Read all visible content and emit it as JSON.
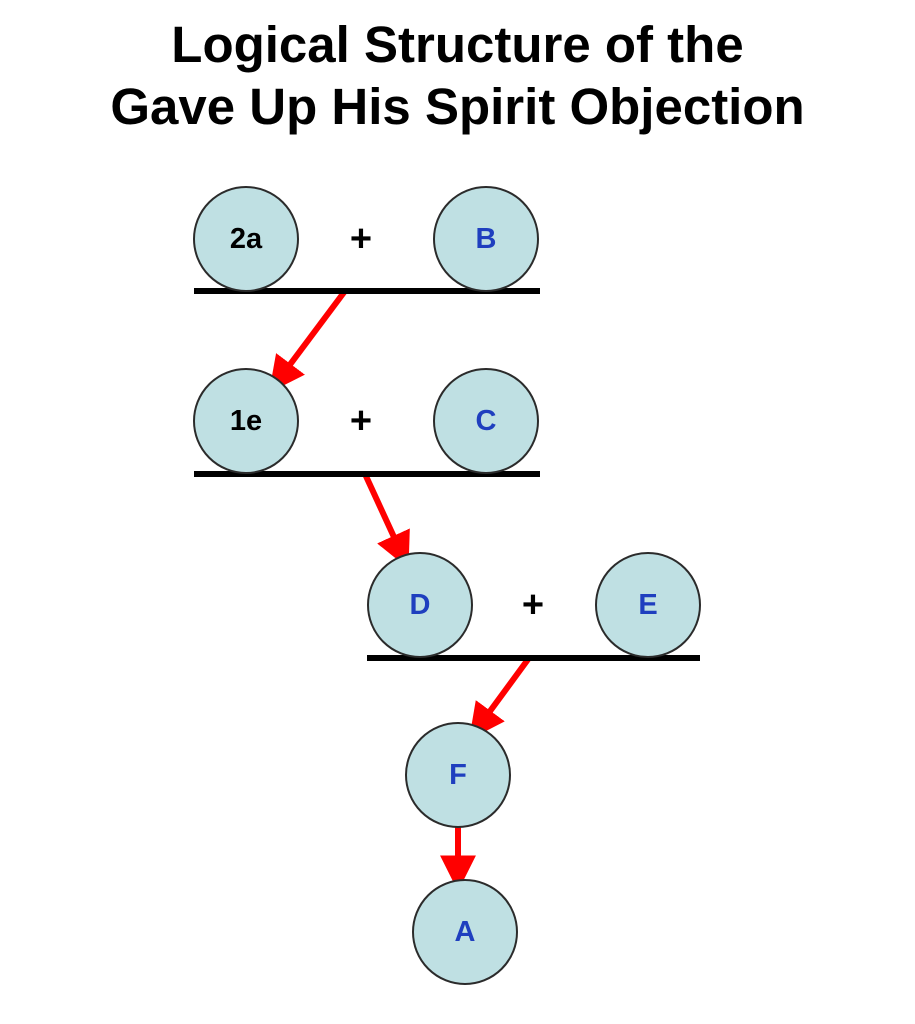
{
  "title": {
    "line1": "Logical Structure of the",
    "line2": "Gave Up His Spirit Objection"
  },
  "colors": {
    "node_fill": "#bfe0e3",
    "node_stroke": "#2b2b2b",
    "premise_text": "#000000",
    "derived_text": "#1f3fbf",
    "bar": "#000000",
    "arrow": "#ff0000"
  },
  "nodes": [
    {
      "id": "2a",
      "label": "2a",
      "kind": "premise"
    },
    {
      "id": "B",
      "label": "B",
      "kind": "derived"
    },
    {
      "id": "1e",
      "label": "1e",
      "kind": "premise"
    },
    {
      "id": "C",
      "label": "C",
      "kind": "derived"
    },
    {
      "id": "D",
      "label": "D",
      "kind": "derived"
    },
    {
      "id": "E",
      "label": "E",
      "kind": "derived"
    },
    {
      "id": "F",
      "label": "F",
      "kind": "derived"
    },
    {
      "id": "A",
      "label": "A",
      "kind": "derived"
    }
  ],
  "operator": "+",
  "groups": [
    {
      "members": [
        "2a",
        "B"
      ],
      "leads_to": "1e"
    },
    {
      "members": [
        "1e",
        "C"
      ],
      "leads_to": "D"
    },
    {
      "members": [
        "D",
        "E"
      ],
      "leads_to": "F"
    }
  ],
  "edges": [
    {
      "from": "F",
      "to": "A"
    }
  ]
}
